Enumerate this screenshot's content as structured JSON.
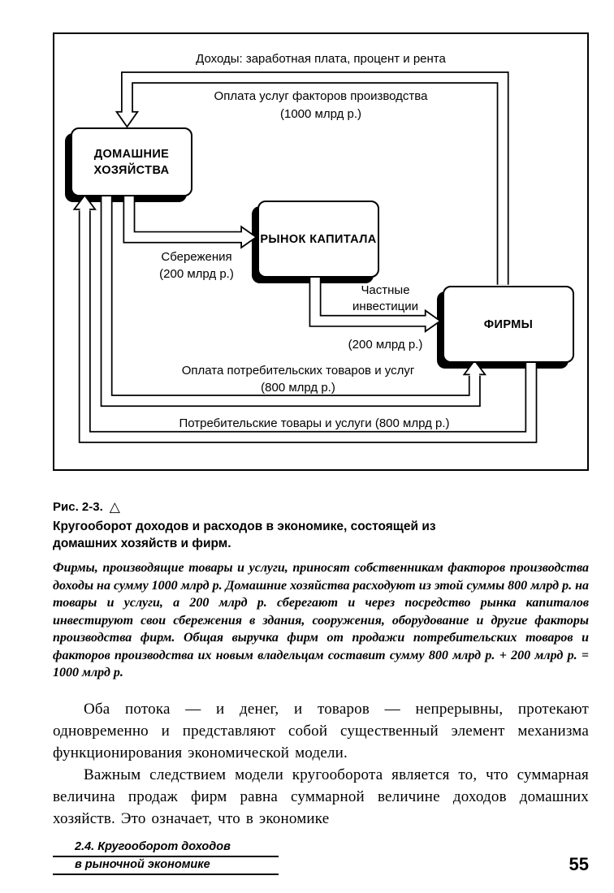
{
  "diagram": {
    "top_label": "Доходы: заработная плата, процент и рента",
    "factor_payment_label": "Оплата услуг факторов производства",
    "factor_payment_amount": "(1000 млрд р.)",
    "boxes": {
      "households": "ДОМАШНИЕ ХОЗЯЙСТВА",
      "capital_market": "РЫНОК КАПИТАЛА",
      "firms": "ФИРМЫ"
    },
    "savings_label": "Сбережения",
    "savings_amount": "(200 млрд р.)",
    "investment_label": "Частные инвестиции",
    "investment_amount": "(200 млрд р.)",
    "consumption_payment_label": "Оплата потребительских товаров и услуг",
    "consumption_payment_amount": "(800 млрд р.)",
    "goods_label": "Потребительские товары и услуги (800 млрд р.)"
  },
  "caption": {
    "figure_label": "Рис. 2-3.",
    "triangle": "△",
    "title": "Кругооборот доходов и расходов в экономике, состоящей из домашних хозяйств и фирм.",
    "description": "Фирмы, производящие товары и услуги, приносят собственникам факторов производства доходы на сумму 1000 млрд р. Домашние хозяйства расходуют из этой суммы 800 млрд р. на товары и услуги, а 200 млрд р. сберегают и через посредство рынка капиталов инвестируют свои сбережения в здания, сооружения, оборудование и другие факторы производства фирм. Общая выручка фирм от продажи потребительских товаров и факторов производства их новым владельцам составит сумму 800 млрд р. + 200 млрд р. = 1000 млрд р."
  },
  "body": {
    "paragraph1": "Оба потока — и денег, и товаров — непрерывны, протекают одновременно и представляют собой существенный элемент механизма функционирования экономической модели.",
    "paragraph2": "Важным следствием модели кругооборота является то, что суммарная величина продаж фирм равна суммарной величине доходов домашних хозяйств. Это означает, что в экономике"
  },
  "footer": {
    "section_line1": "2.4. Кругооборот доходов",
    "section_line2": "в рыночной экономике",
    "page_number": "55"
  }
}
